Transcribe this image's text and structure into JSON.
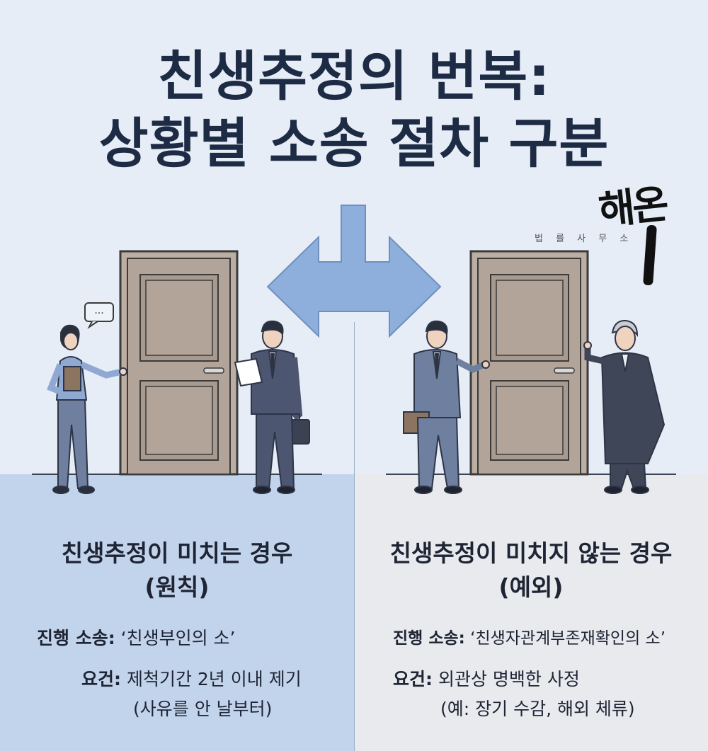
{
  "title": {
    "line1": "친생추정의 번복:",
    "line2": "상황별 소송 절차 구분"
  },
  "logo": {
    "script_text": "해온",
    "subtitle": "법 률 사 무 소"
  },
  "scene": {
    "speech_bubble": "···"
  },
  "left": {
    "heading_line1": "친생추정이 미치는 경우",
    "heading_line2": "(원칙)",
    "lawsuit_label": "진행 소송:",
    "lawsuit_value": "‘친생부인의 소’",
    "req_label": "요건:",
    "req_value": "제척기간 2년 이내 제기",
    "req_note": "(사유를 안 날부터)"
  },
  "right": {
    "heading_line1": "친생추정이 미치지 않는 경우",
    "heading_line2": "(예외)",
    "lawsuit_label": "진행 소송:",
    "lawsuit_value": "‘친생자관계부존재확인의 소’",
    "req_label": "요건:",
    "req_value": "외관상 명백한 사정",
    "req_note": "(예: 장기 수감, 해외 체류)"
  },
  "colors": {
    "background": "#e6edf7",
    "left_panel": "#c2d4ec",
    "right_panel": "#e8eaee",
    "arrow": "#8eaedb",
    "door": "#b3a49a",
    "title": "#1e2b44"
  }
}
